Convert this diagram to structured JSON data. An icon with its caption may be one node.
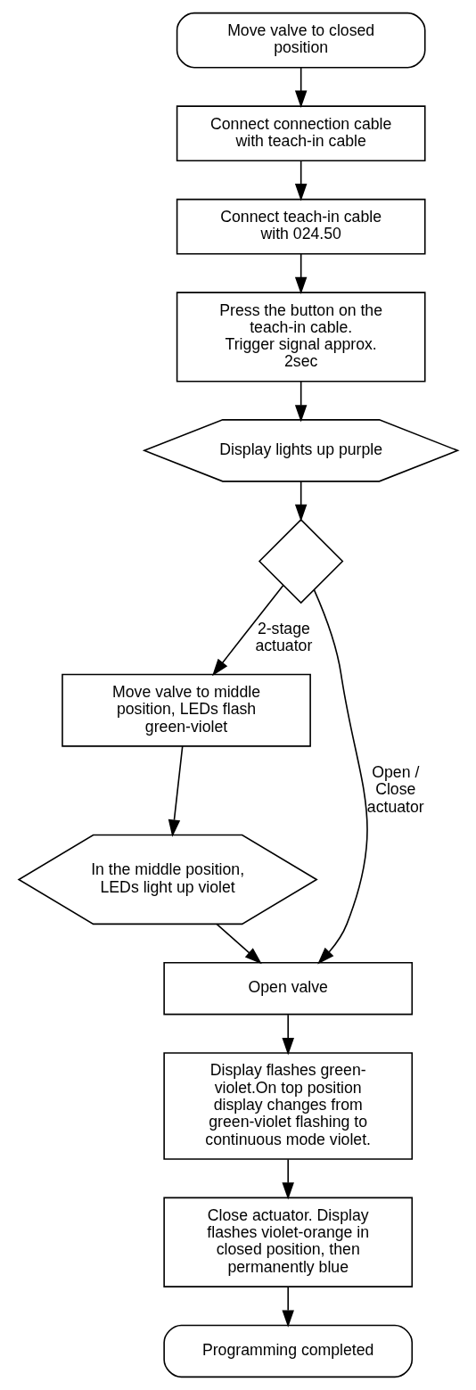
{
  "diagram": {
    "nodes": [
      {
        "text": [
          "Move valve to closed position"
        ]
      },
      {
        "text": [
          "Connect connection cable with teach-in cable"
        ]
      },
      {
        "text": [
          "Connect teach-in cable with 024.50"
        ]
      },
      {
        "text": [
          "Press the button on the teach-in cable.",
          "Trigger signal approx. 2sec"
        ]
      },
      {
        "text": [
          "Display lights up purple"
        ]
      },
      {
        "text": [],
        "shape": "diamond"
      },
      {
        "text": [
          "Move valve to middle position, LEDs flash green-violet"
        ]
      },
      {
        "text": [
          "In the middle position, LEDs light up violet"
        ]
      },
      {
        "text": [
          "Open valve"
        ]
      },
      {
        "text": [
          "Display flashes green-violet.On top position display changes from green-violet flashing to continuous mode violet."
        ]
      },
      {
        "text": [
          "Close actuator. Display flashes violet-orange in closed position, then permanently blue"
        ]
      },
      {
        "text": [
          "Programming completed"
        ]
      }
    ],
    "edges": [
      {
        "from": 0,
        "to": 1,
        "arrow": "to"
      },
      {
        "from": 1,
        "to": 2,
        "arrow": "to"
      },
      {
        "from": 2,
        "to": 3,
        "arrow": "to"
      },
      {
        "from": 3,
        "to": 4,
        "arrow": "to"
      },
      {
        "from": 4,
        "to": 5,
        "arrow": "to"
      },
      {
        "from": 5,
        "to": 6,
        "arrow": "to",
        "label": "2-stage actuator"
      },
      {
        "from": 6,
        "to": 7,
        "arrow": "to"
      },
      {
        "from": 5,
        "to": 8,
        "arrow": "to",
        "label": "Open / Close actuator"
      },
      {
        "from": 7,
        "to": 8,
        "arrow": "to"
      },
      {
        "from": 8,
        "to": 9,
        "arrow": "to"
      },
      {
        "from": 9,
        "to": 10,
        "arrow": "to"
      },
      {
        "from": 10,
        "to": 11,
        "arrow": "to"
      }
    ]
  }
}
